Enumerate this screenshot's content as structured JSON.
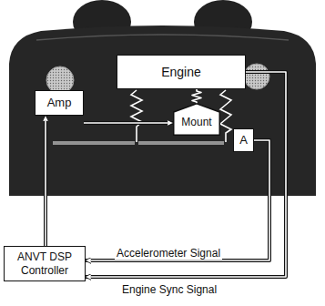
{
  "diagram": {
    "nodes": [
      {
        "text": [
          "Engine"
        ]
      },
      {
        "text": [
          "Amp"
        ]
      },
      {
        "text": [
          "Mount"
        ]
      },
      {
        "text": [
          "A"
        ]
      },
      {
        "text": [
          "ANVT DSP Controller"
        ]
      }
    ],
    "edges": [
      {
        "from": 1,
        "to": 2,
        "arrow": "to"
      },
      {
        "from": 0,
        "to": 2,
        "arrow": "none"
      },
      {
        "from": 4,
        "to": 1,
        "arrow": "to"
      },
      {
        "from": 3,
        "to": 4,
        "label": "Accelerometer Signal",
        "arrow": "to"
      },
      {
        "from": 0,
        "to": 4,
        "label": "Engine Sync Signal",
        "arrow": "to"
      }
    ]
  }
}
